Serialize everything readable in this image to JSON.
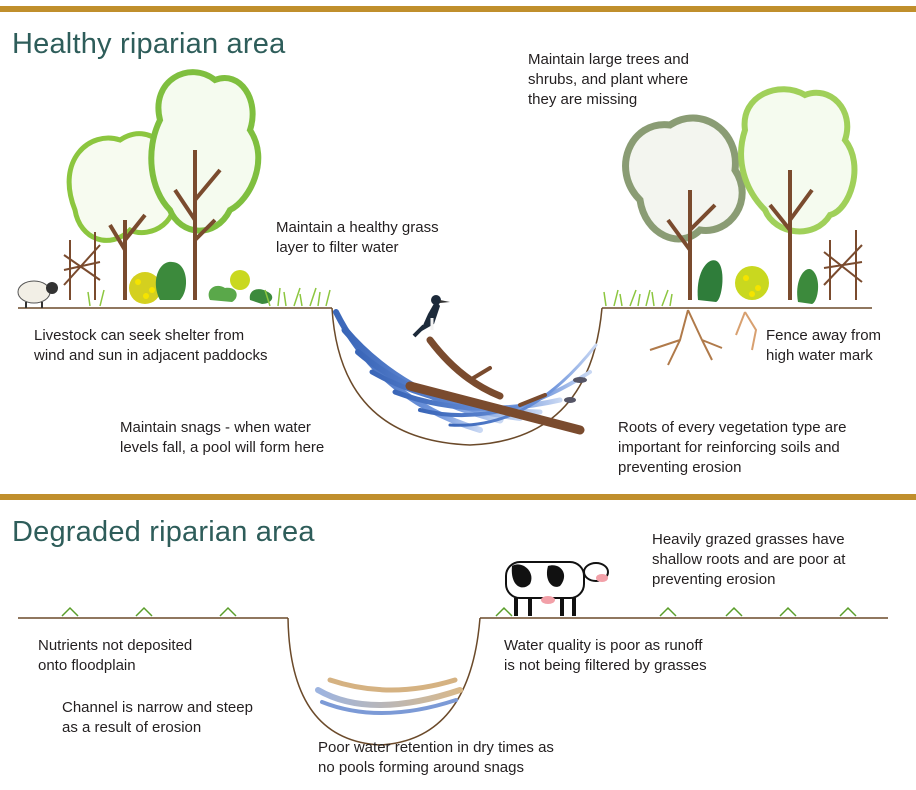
{
  "sections": {
    "healthy": {
      "title": "Healthy riparian area",
      "labels": {
        "trees": [
          "Maintain large trees and",
          "shrubs, and plant where",
          "they are missing"
        ],
        "grass": [
          "Maintain a healthy grass",
          "layer to filter water"
        ],
        "livestock": [
          "Livestock can seek shelter from",
          "wind and sun in adjacent paddocks"
        ],
        "fence": [
          "Fence away from",
          "high water mark"
        ],
        "snags": [
          "Maintain snags - when water",
          "levels fall, a pool will form here"
        ],
        "roots": [
          "Roots of every vegetation type are",
          "important for reinforcing soils and",
          "preventing erosion"
        ]
      }
    },
    "degraded": {
      "title": "Degraded riparian area",
      "labels": {
        "grazed": [
          "Heavily grazed grasses have",
          "shallow roots and are poor at",
          "preventing erosion"
        ],
        "nutrients": [
          "Nutrients not deposited",
          "onto floodplain"
        ],
        "water_quality": [
          "Water quality is poor as runoff",
          "is not being filtered by grasses"
        ],
        "channel": [
          "Channel is narrow and steep",
          "as a result of erosion"
        ],
        "retention": [
          "Poor water retention in dry times as",
          "no pools forming around snags"
        ]
      }
    }
  },
  "colors": {
    "divider": "#c08f2c",
    "title": "#2e5d5a",
    "ground": "#6b4a2a",
    "water": "#4a78c8",
    "tree_outline": "#8cc63f",
    "branch": "#7a4b2e"
  }
}
